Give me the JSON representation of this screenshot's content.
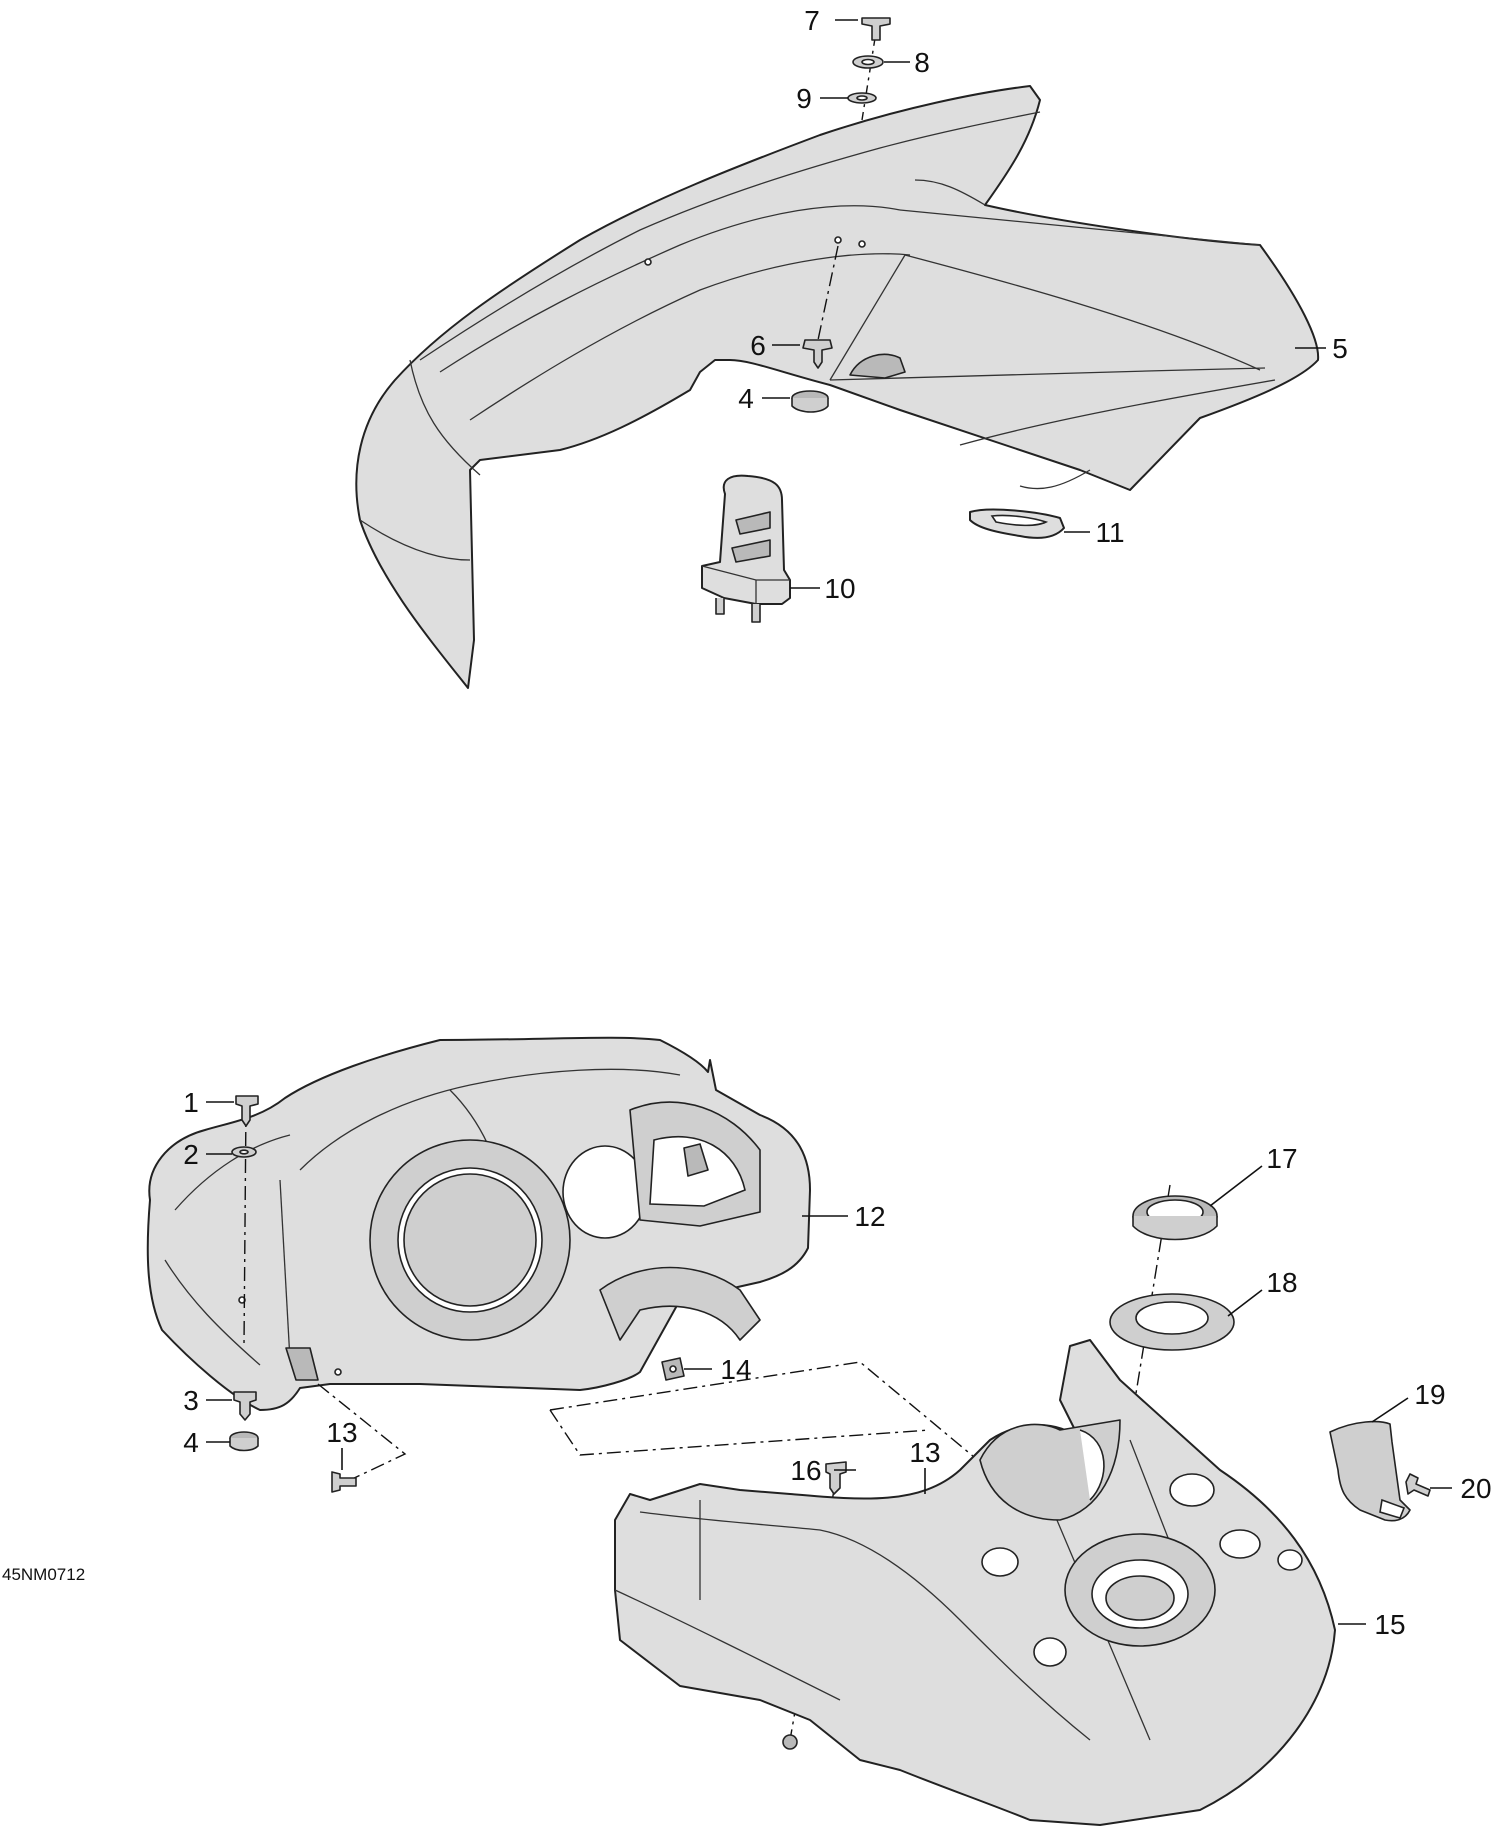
{
  "drawing_code": "45NM0712",
  "callouts": {
    "c1": "1",
    "c2": "2",
    "c3": "3",
    "c4a": "4",
    "c4b": "4",
    "c5": "5",
    "c6": "6",
    "c7": "7",
    "c8": "8",
    "c9": "9",
    "c10": "10",
    "c11": "11",
    "c12": "12",
    "c13a": "13",
    "c13b": "13",
    "c14": "14",
    "c15": "15",
    "c16": "16",
    "c17": "17",
    "c18": "18",
    "c19": "19",
    "c20": "20"
  }
}
